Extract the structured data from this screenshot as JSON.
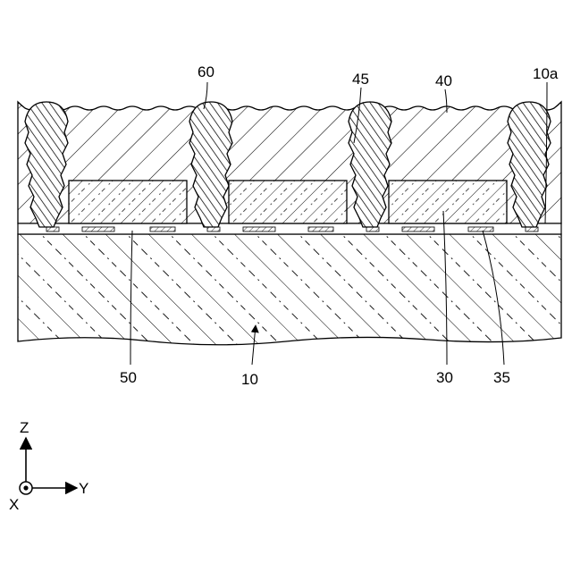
{
  "figure": {
    "reference_labels": {
      "substrate": "10",
      "substrate_surface": "10a",
      "chip": "30",
      "bond_layer": "35",
      "mold_resin": "40",
      "mold_surface": "45",
      "electrode": "50",
      "conductive_post": "60"
    },
    "axes": {
      "z": "Z",
      "y": "Y",
      "x": "X"
    }
  }
}
